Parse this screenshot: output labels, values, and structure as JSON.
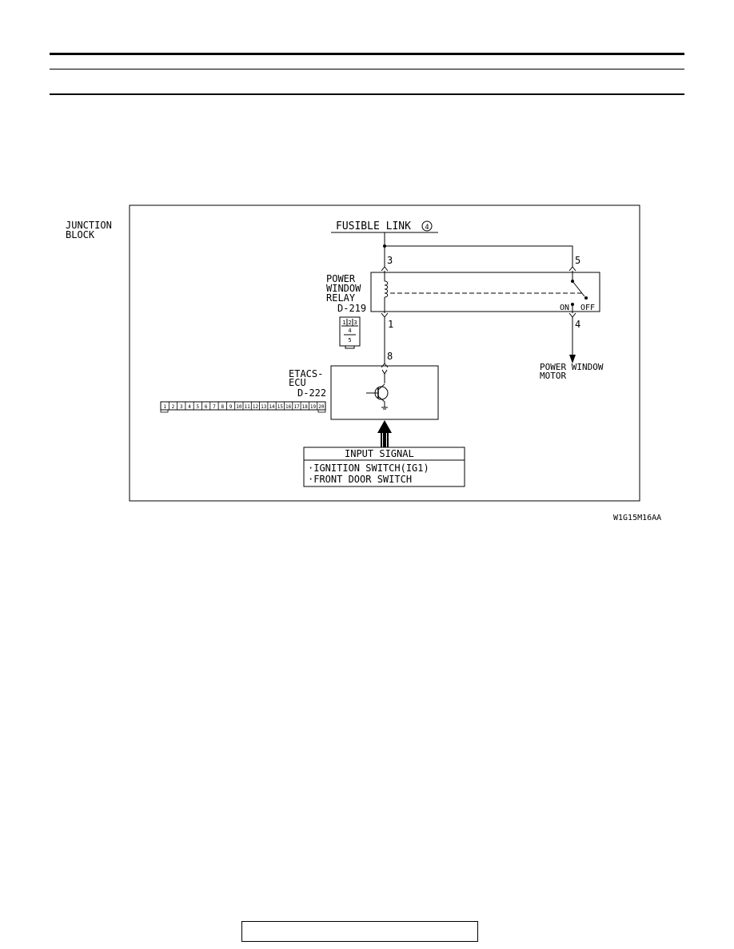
{
  "diagram": {
    "junction_block_lines": [
      "JUNCTION",
      "BLOCK"
    ],
    "fusible_link": "FUSIBLE LINK",
    "fusible_link_number": "4",
    "relay": {
      "name_lines": [
        "POWER",
        "WINDOW",
        "RELAY"
      ],
      "connector": "D-219",
      "pins_top": [
        "3",
        "5"
      ],
      "pins_bottom": [
        "1",
        "4"
      ],
      "switch_on": "ON",
      "switch_off": "OFF",
      "connector_face": [
        "1",
        "2",
        "3",
        "4",
        "5"
      ]
    },
    "ecu": {
      "name_lines": [
        "ETACS-",
        "ECU"
      ],
      "connector": "D-222",
      "pin": "8",
      "connector_pins": [
        "1",
        "2",
        "3",
        "4",
        "5",
        "6",
        "7",
        "8",
        "9",
        "10",
        "11",
        "12",
        "13",
        "14",
        "15",
        "16",
        "17",
        "18",
        "19",
        "20"
      ]
    },
    "motor_lines": [
      "POWER WINDOW",
      "MOTOR"
    ],
    "input_signal": {
      "title": "INPUT SIGNAL",
      "items": [
        "·IGNITION SWITCH(IG1)",
        "·FRONT DOOR SWITCH"
      ]
    },
    "figure_id": "W1G15M16AA"
  }
}
